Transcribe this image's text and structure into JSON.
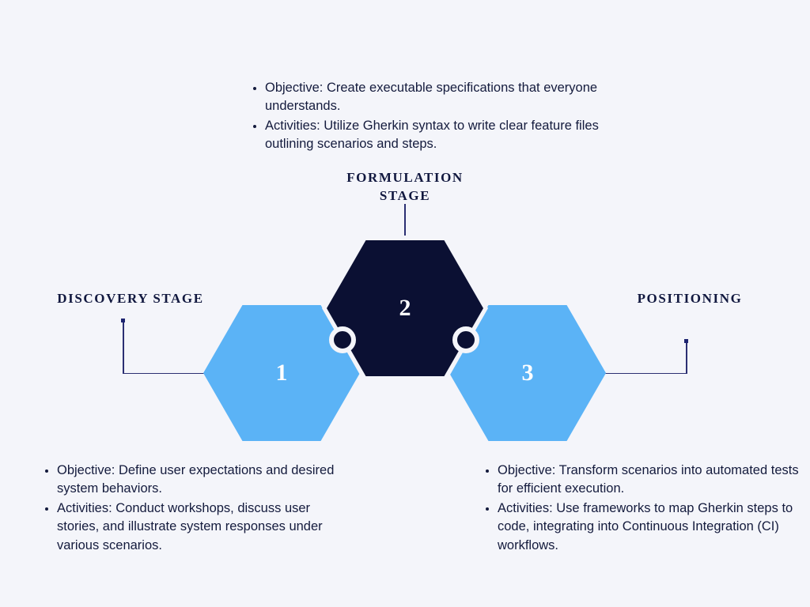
{
  "theme": {
    "background": "#f4f5fa",
    "hex_accent": "#5bb3f6",
    "hex_primary": "#0b1033",
    "text": "#141b3d",
    "connector": "#2b2f72"
  },
  "stages": [
    {
      "number": "1",
      "label": "DISCOVERY STAGE",
      "bullets": [
        "Objective: Define user expectations and desired system behaviors.",
        "Activities: Conduct workshops, discuss user stories, and illustrate system responses under various scenarios."
      ]
    },
    {
      "number": "2",
      "label": "FORMULATION STAGE",
      "bullets": [
        "Objective: Create executable specifications that everyone understands.",
        "Activities: Utilize Gherkin syntax to write clear feature files outlining scenarios and steps."
      ]
    },
    {
      "number": "3",
      "label": "POSITIONING",
      "bullets": [
        "Objective: Transform scenarios into automated tests for efficient execution.",
        "Activities: Use frameworks to map Gherkin steps to code, integrating into Continuous Integration (CI) workflows."
      ]
    }
  ]
}
